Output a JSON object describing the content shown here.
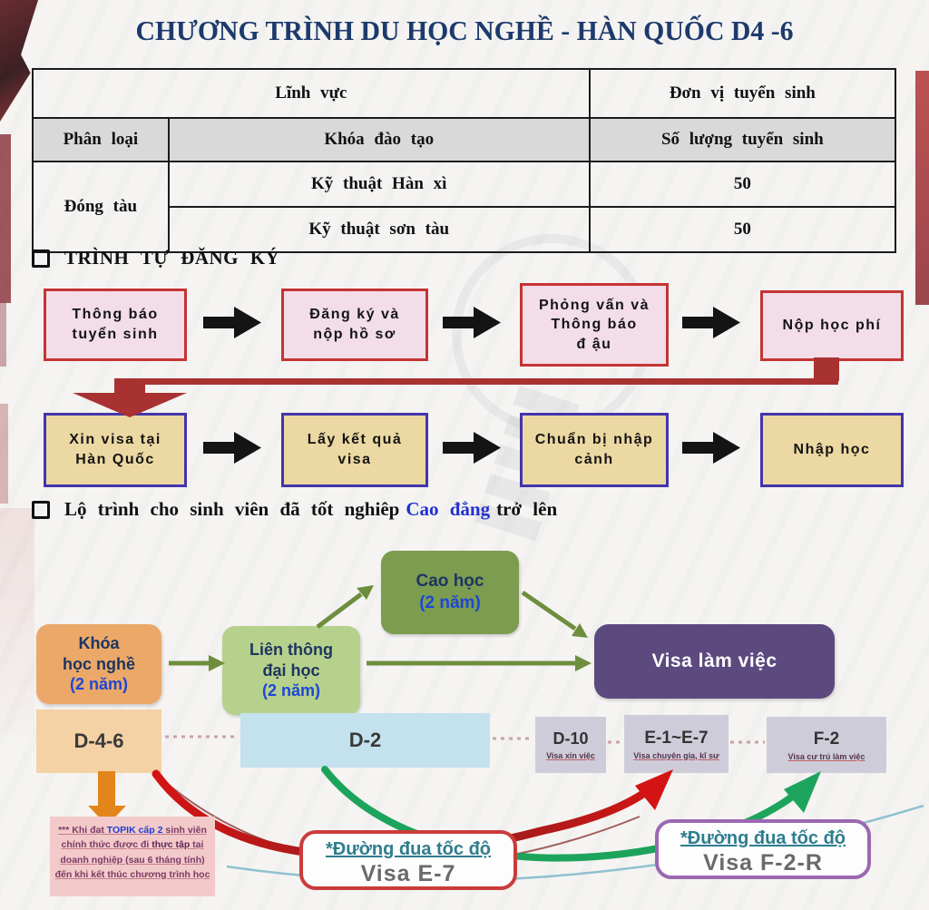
{
  "title": "CHƯƠNG TRÌNH DU HỌC NGHỀ - HÀN QUỐC D4 -6",
  "table": {
    "field_header": "Lĩnh vực",
    "unit_header": "Đơn vị tuyển sinh",
    "class_header": "Phân loại",
    "course_header": "Khóa đào tạo",
    "quota_header": "Số lượng tuyển sinh",
    "category": "Đóng tàu",
    "rows": [
      {
        "course": "Kỹ thuật Hàn xì",
        "quota": "50"
      },
      {
        "course": "Kỹ thuật sơn tàu",
        "quota": "50"
      }
    ]
  },
  "sections": {
    "registration": "TRÌNH TỰ ĐĂNG KÝ",
    "pathway_pre": "Lộ trình cho sinh viên đã tốt nghiêp",
    "pathway_highlight": "Cao đẳng",
    "pathway_post": "trở lên",
    "bullet_icon": "square-bullet"
  },
  "flow_row1": [
    {
      "l1": "Thông báo",
      "l2": "tuyển sinh"
    },
    {
      "l1": "Đăng ký và",
      "l2": "nộp hồ sơ"
    },
    {
      "l1": "Phỏng vấn và",
      "l2": "Thông báo",
      "l3": "đ ậu"
    },
    {
      "l1": "Nộp học phí"
    }
  ],
  "flow_row2": [
    {
      "l1": "Xin visa tại",
      "l2": "Hàn Quốc"
    },
    {
      "l1": "Lấy kết quả",
      "l2": "visa"
    },
    {
      "l1": "Chuẩn bị nhập",
      "l2": "cảnh"
    },
    {
      "l1": "Nhập học"
    }
  ],
  "pathway": {
    "vocational": {
      "l1": "Khóa",
      "l2": "học nghề",
      "years": "(2 năm)"
    },
    "transfer": {
      "l1": "Liên thông",
      "l2": "đại học",
      "years": "(2 năm)"
    },
    "master": {
      "l1": "Cao học",
      "years": "(2 năm)"
    },
    "work_visa": "Visa làm việc"
  },
  "visa_bands": {
    "d46": "D-4-6",
    "d2": "D-2",
    "d10": {
      "code": "D-10",
      "label": "Visa xin việc"
    },
    "e1e7": {
      "code": "E-1~E-7",
      "label": "Visa chuyên gia, kĩ sư"
    },
    "f2": {
      "code": "F-2",
      "label": "Visa cư trú làm việc"
    }
  },
  "note": {
    "stars": "***",
    "t1": " Khi đạt ",
    "topik": "TOPIK cấp 2",
    "t2": "  sinh viên chính thức được đi ",
    "bold": "thực tập",
    "t3": " tại doanh nghiệp (sau 6 tháng tính) đến khi kết thúc chương trình học"
  },
  "fast_track": {
    "e7": {
      "title": "*Đường đua tốc độ",
      "visa": "Visa E-7"
    },
    "f2r": {
      "title": "*Đường đua tốc độ",
      "visa": "Visa F-2-R"
    }
  },
  "colors": {
    "title_navy": "#1d3a6d",
    "flow_red_border": "#c53434",
    "flow_pink_bg": "#f2dde8",
    "flow_blue_border": "#4335ad",
    "flow_tan_bg": "#ecd8a2",
    "connector_red": "#a83232",
    "orange_box": "#eca869",
    "light_green_box": "#b6d18c",
    "olive_box": "#7c9c50",
    "olive_arrow": "#6e8e3d",
    "purple_box": "#5c4a7f",
    "d46_band": "#f4d2a5",
    "d2_band": "#c3e2ed",
    "lavender_box": "#cfccda",
    "note_pink": "#f2caca",
    "teal_text": "#2e7d8f",
    "e7_border": "#cc3b3b",
    "f2r_border": "#9a68b2",
    "swoosh_red": "#d41414",
    "swoosh_green": "#1ca45c",
    "orange_arrow": "#e2861c"
  }
}
